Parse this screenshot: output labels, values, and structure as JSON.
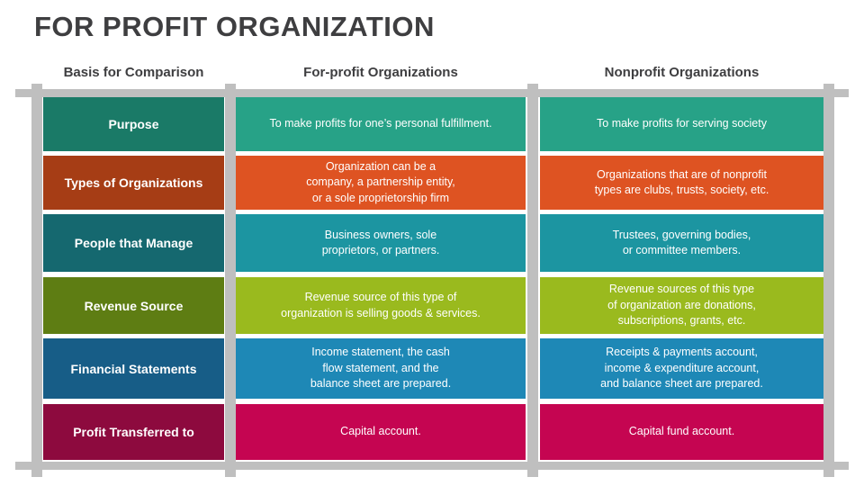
{
  "slide": {
    "title": "FOR PROFIT ORGANIZATION",
    "heading_color": "#3e3e40",
    "frame_color": "#bfbfbf",
    "cell_text_color": "#ffffff",
    "columns": {
      "basis": "Basis for Comparison",
      "forprofit": "For-profit Organizations",
      "nonprofit": "Nonprofit Organizations"
    },
    "rows": [
      {
        "basis": "Purpose",
        "forprofit": "To make profits for one’s personal fulfillment.",
        "nonprofit": "To make profits for serving society",
        "dark": "#1a7a67",
        "light": "#27a287"
      },
      {
        "basis": "Types of Organizations",
        "forprofit": "Organization can be a\ncompany, a partnership entity,\nor a sole proprietorship firm",
        "nonprofit": "Organizations that are of nonprofit\ntypes are clubs, trusts, society, etc.",
        "dark": "#a63d15",
        "light": "#de5322"
      },
      {
        "basis": "People that Manage",
        "forprofit": "Business owners, sole\nproprietors, or partners.",
        "nonprofit": "Trustees, governing bodies,\nor committee members.",
        "dark": "#15686f",
        "light": "#1c95a1"
      },
      {
        "basis": "Revenue Source",
        "forprofit": "Revenue source of this type of\norganization is selling goods & services.",
        "nonprofit": "Revenue sources of this type\nof organization are donations,\nsubscriptions, grants, etc.",
        "dark": "#5e7d13",
        "light": "#9aba1e"
      },
      {
        "basis": "Financial Statements",
        "forprofit": "Income statement, the cash\nflow statement, and the\nbalance sheet are prepared.",
        "nonprofit": "Receipts & payments account,\nincome & expenditure account,\nand balance sheet are prepared.",
        "dark": "#175d87",
        "light": "#1e88b6"
      },
      {
        "basis": "Profit Transferred to",
        "forprofit": "Capital account.",
        "nonprofit": "Capital fund account.",
        "dark": "#8d0a3e",
        "light": "#c50551"
      }
    ]
  }
}
